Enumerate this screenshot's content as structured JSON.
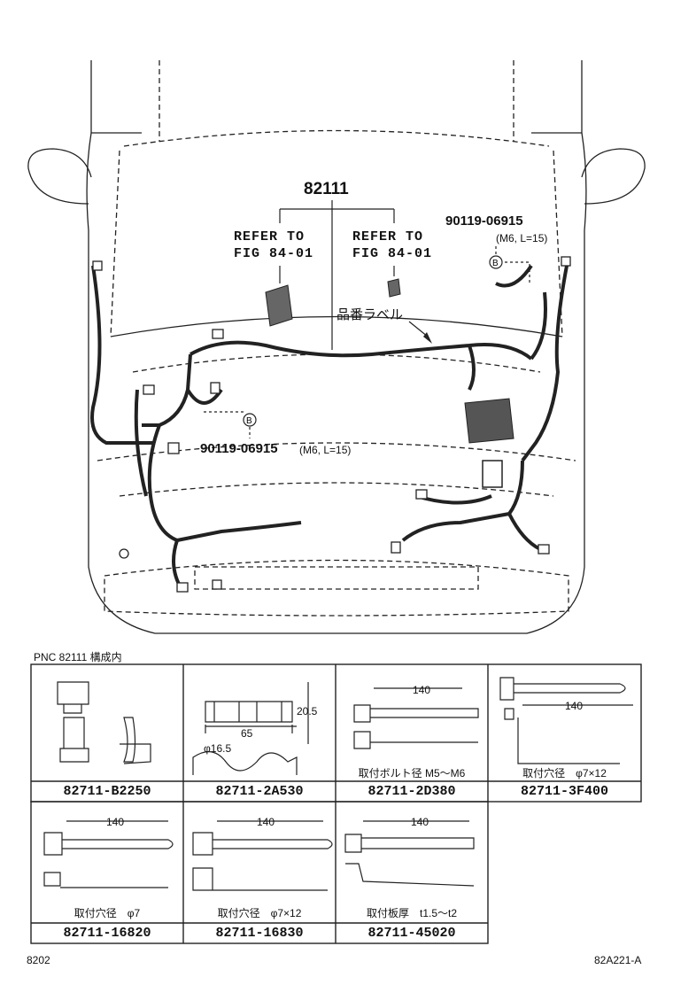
{
  "main_label": "82111",
  "refer_left": [
    "REFER TO",
    "FIG 84-01"
  ],
  "refer_right": [
    "REFER TO",
    "FIG 84-01"
  ],
  "bolt_top": {
    "pn": "90119-06915",
    "spec": "(M6, L=15)",
    "marker": "B"
  },
  "bolt_mid": {
    "pn": "90119-06915",
    "spec": "(M6, L=15)",
    "marker": "B"
  },
  "part_label_jp": "品番ラベル",
  "table_title": "PNC 82111 構成内",
  "cells": [
    {
      "pn": "82711-B2250",
      "note": "",
      "dims": []
    },
    {
      "pn": "82711-2A530",
      "note": "",
      "dims": [
        "20.5",
        "65",
        "φ16.5"
      ]
    },
    {
      "pn": "82711-2D380",
      "note": "取付ボルト径 M5～M6",
      "dims": [
        "140"
      ]
    },
    {
      "pn": "82711-3F400",
      "note": "取付穴径　φ7×12",
      "dims": [
        "140"
      ]
    },
    {
      "pn": "82711-16820",
      "note": "取付穴径　φ7",
      "dims": [
        "140"
      ]
    },
    {
      "pn": "82711-16830",
      "note": "取付穴径　φ7×12",
      "dims": [
        "140"
      ]
    },
    {
      "pn": "82711-45020",
      "note": "取付板厚　t1.5～t2",
      "dims": [
        "140"
      ]
    }
  ],
  "footer_left": "8202",
  "footer_right": "82A221-A"
}
